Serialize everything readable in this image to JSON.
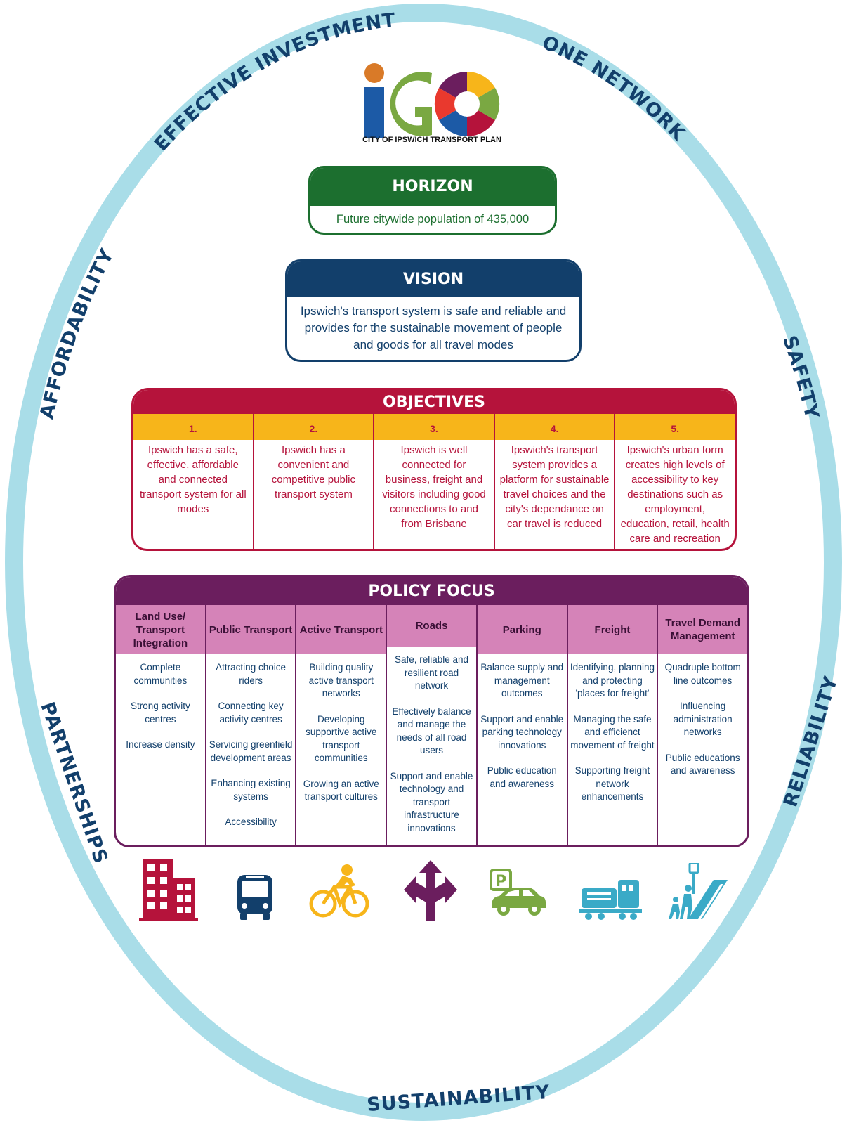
{
  "ring": {
    "labels": {
      "effective_investment": "EFFECTIVE INVESTMENT",
      "one_network": "ONE NETWORK",
      "affordability": "AFFORDABILITY",
      "safety": "SAFETY",
      "partnerships": "PARTNERSHIPS",
      "reliability": "RELIABILITY",
      "sustainability": "SUSTAINABILITY"
    },
    "color": "#a9dde8"
  },
  "logo": {
    "wordmark": "iGO",
    "subtitle": "CITY OF IPSWICH TRANSPORT PLAN"
  },
  "horizon": {
    "title": "HORIZON",
    "text": "Future citywide population of 435,000",
    "color": "#1c6f2f"
  },
  "vision": {
    "title": "VISION",
    "text": "Ipswich's transport system is safe and reliable and provides for the sustainable movement of people and goods for all travel modes",
    "color": "#123f6b"
  },
  "objectives": {
    "title": "OBJECTIVES",
    "color": "#b5133b",
    "accent": "#f7b51a",
    "items": [
      {
        "number": "1.",
        "text": "Ipswich has a safe, effective, affordable and connected transport system for all modes"
      },
      {
        "number": "2.",
        "text": "Ipswich has a convenient and competitive public transport system"
      },
      {
        "number": "3.",
        "text": "Ipswich is well connected for business, freight and visitors including good connections to and from Brisbane"
      },
      {
        "number": "4.",
        "text": "Ipswich's transport system provides a platform for sustainable travel choices and the city's dependance on car travel is reduced"
      },
      {
        "number": "5.",
        "text": "Ipswich's urban form creates high levels of accessibility to key destinations such as employment, education, retail, health care and recreation"
      }
    ]
  },
  "policy_focus": {
    "title": "POLICY FOCUS",
    "color": "#6b1e5e",
    "header_color": "#d583b8",
    "columns": [
      {
        "heading": "Land Use/ Transport Integration",
        "items": [
          "Complete communities",
          "Strong activity centres",
          "Increase density"
        ],
        "icon": "buildings-icon",
        "icon_color": "#b5133b"
      },
      {
        "heading": "Public Transport",
        "items": [
          "Attracting choice riders",
          "Connecting key activity centres",
          "Servicing greenfield development areas",
          "Enhancing existing systems",
          "Accessibility"
        ],
        "icon": "bus-icon",
        "icon_color": "#123f6b"
      },
      {
        "heading": "Active Transport",
        "items": [
          "Building quality active transport networks",
          "Developing supportive active transport communities",
          "Growing an active transport cultures"
        ],
        "icon": "cyclist-icon",
        "icon_color": "#f7b51a"
      },
      {
        "heading": "Roads",
        "items": [
          "Safe, reliable and resilient road network",
          "Effectively balance and manage the needs of all road users",
          "Support and enable technology and transport infrastructure innovations"
        ],
        "icon": "road-arrows-icon",
        "icon_color": "#6b1e5e"
      },
      {
        "heading": "Parking",
        "items": [
          "Balance supply and management outcomes",
          "Support and enable parking technology innovations",
          "Public education and awareness"
        ],
        "icon": "parking-car-icon",
        "icon_color": "#7aa842"
      },
      {
        "heading": "Freight",
        "items": [
          "Identifying, planning and protecting 'places for freight'",
          "Managing the safe and efficienct movement of freight",
          "Supporting freight network enhancements"
        ],
        "icon": "freight-train-icon",
        "icon_color": "#3aaac7"
      },
      {
        "heading": "Travel Demand Management",
        "items": [
          "Quadruple bottom line outcomes",
          "Influencing administration networks",
          "Public educations and awareness"
        ],
        "icon": "pedestrians-crossing-icon",
        "icon_color": "#3aaac7"
      }
    ]
  }
}
